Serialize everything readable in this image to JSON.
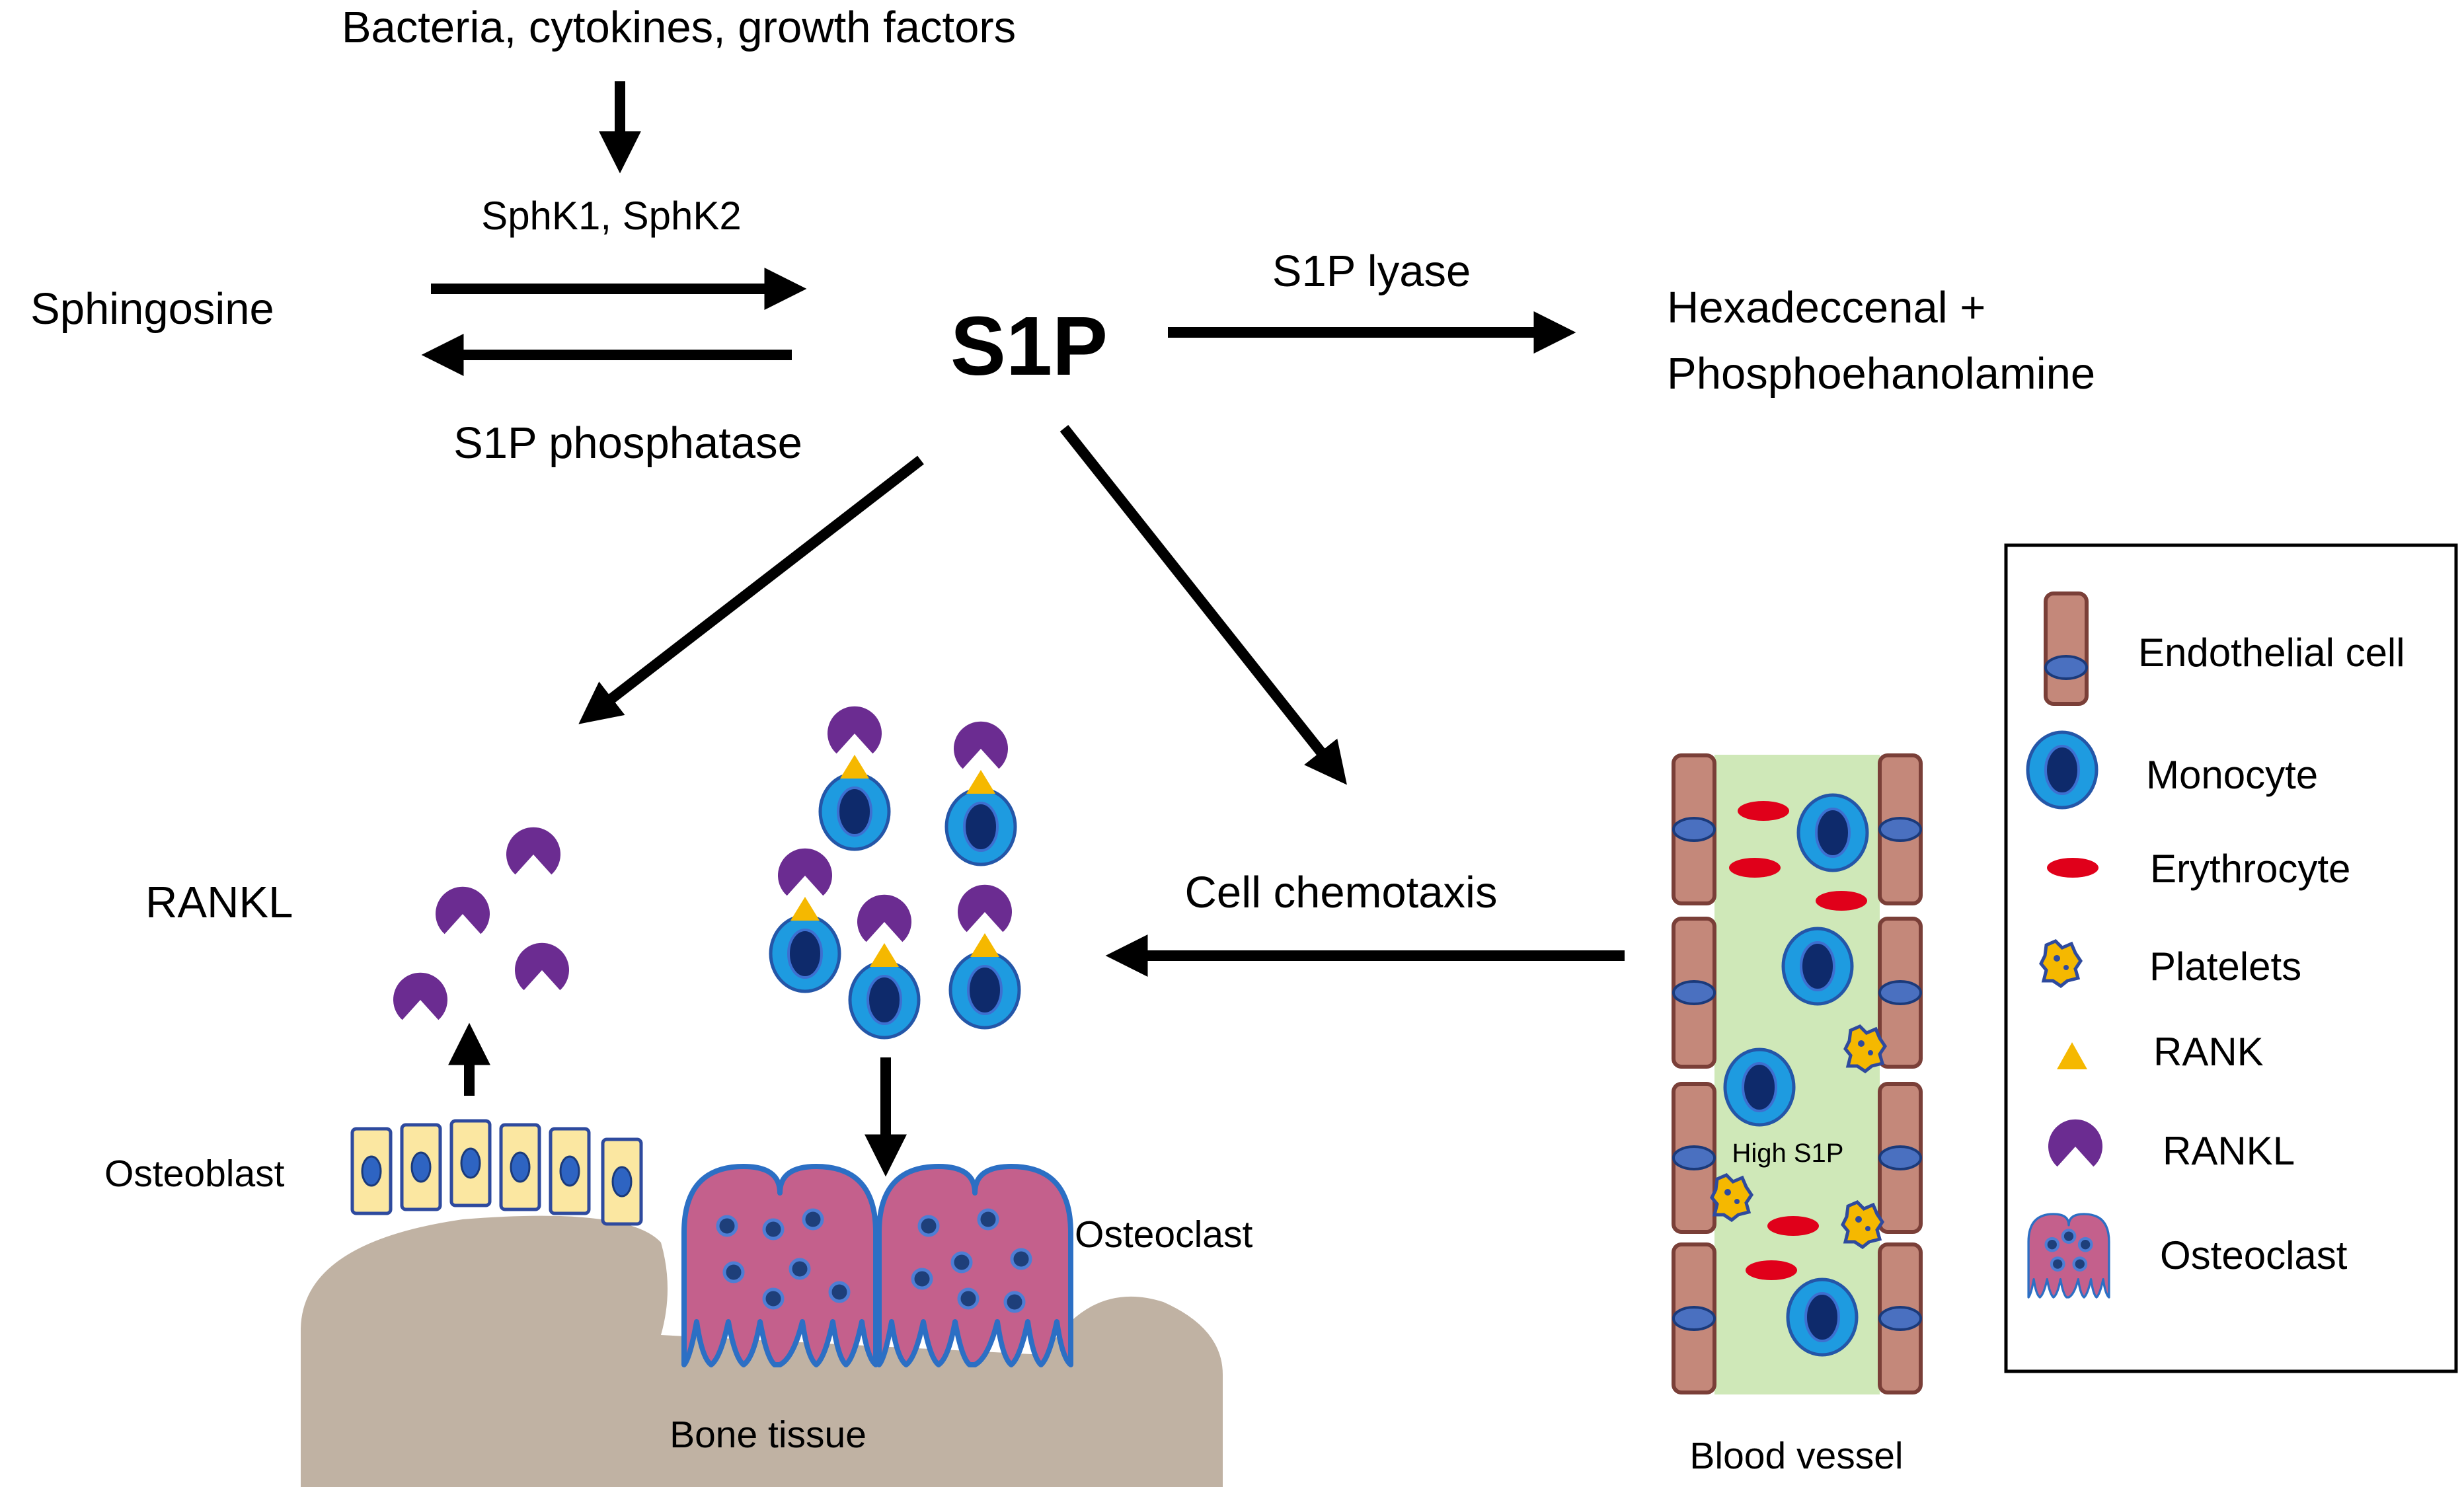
{
  "pathway": {
    "stimulus": "Bacteria, cytokines, growth factors",
    "kinases": "SphK1, SphK2",
    "substrate": "Sphingosine",
    "phosphatase": "S1P phosphatase",
    "product": "S1P",
    "lyase": "S1P lyase",
    "lyase_products_line1": "Hexadeccenal +",
    "lyase_products_line2": "Phosphoehanolamine"
  },
  "scene": {
    "rankl_label": "RANKL",
    "osteoblast_label": "Osteoblast",
    "osteoclast_label": "Osteoclast",
    "bone_label": "Bone tissue",
    "chemotaxis_label": "Cell chemotaxis",
    "vessel_label": "Blood vessel",
    "vessel_annotation": "High S1P"
  },
  "legend": [
    {
      "icon": "endothelial-cell-icon",
      "label": "Endothelial cell"
    },
    {
      "icon": "monocyte-icon",
      "label": "Monocyte"
    },
    {
      "icon": "erythrocyte-icon",
      "label": "Erythrocyte"
    },
    {
      "icon": "platelet-icon",
      "label": "Platelets"
    },
    {
      "icon": "rank-icon",
      "label": "RANK"
    },
    {
      "icon": "rankl-icon",
      "label": "RANKL"
    },
    {
      "icon": "osteoclast-icon",
      "label": "Osteoclast"
    }
  ],
  "colors": {
    "endothelial": "#C4887A",
    "endothelial_outline": "#7A3F38",
    "nucleus_blue": "#4A70C0",
    "monocyte_outer": "#1E9BE0",
    "monocyte_inner": "#0E2A6B",
    "erythrocyte": "#E0001A",
    "platelet": "#F5B800",
    "rank": "#F5B800",
    "rankl": "#6B2C91",
    "osteoclast": "#C4608C",
    "osteoclast_outline": "#2C6FC4",
    "osteoblast": "#FBE7A1",
    "bone": "#C0B2A3",
    "vessel_lumen": "#CFE8B8"
  }
}
